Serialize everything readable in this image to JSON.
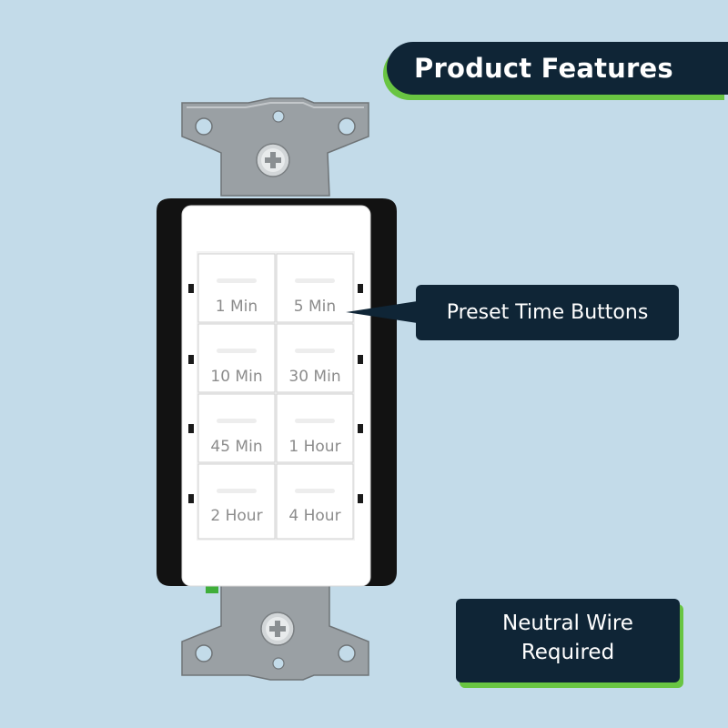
{
  "header": {
    "title": "Product Features"
  },
  "callouts": {
    "preset_buttons": "Preset Time Buttons",
    "neutral_wire_line1": "Neutral Wire",
    "neutral_wire_line2": "Required"
  },
  "buttons": [
    {
      "label": "1 Min"
    },
    {
      "label": "5 Min"
    },
    {
      "label": "10 Min"
    },
    {
      "label": "30 Min"
    },
    {
      "label": "45 Min"
    },
    {
      "label": "1 Hour"
    },
    {
      "label": "2 Hour"
    },
    {
      "label": "4 Hour"
    }
  ],
  "colors": {
    "background": "#c3dbe9",
    "navy": "#0f2536",
    "accent_green": "#69c542",
    "plate": "#ffffff",
    "housing": "#111111",
    "strap": "#9aa0a4"
  }
}
